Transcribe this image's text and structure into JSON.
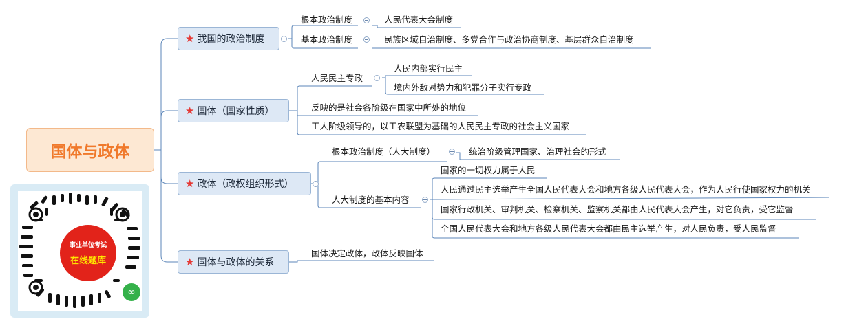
{
  "root": {
    "title": "国体与政体"
  },
  "colors": {
    "accent": "#f0792b",
    "star": "#e53935",
    "node_fill": "#dde8f5",
    "line": "#5b85b8"
  },
  "branches": [
    {
      "title": "我国的政治制度",
      "icon": "star-icon",
      "children": [
        {
          "label": "根本政治制度",
          "child": "人民代表大会制度"
        },
        {
          "label": "基本政治制度",
          "child": "民族区域自治制度、多党合作与政治协商制度、基层群众自治制度"
        }
      ]
    },
    {
      "title": "国体（国家性质）",
      "icon": "star-icon",
      "children": [
        {
          "label": "人民民主专政",
          "subs": [
            "人民内部实行民主",
            "境内外敌对势力和犯罪分子实行专政"
          ]
        },
        {
          "label": "反映的是社会各阶级在国家中所处的地位"
        },
        {
          "label": "工人阶级领导的，以工农联盟为基础的人民民主专政的社会主义国家"
        }
      ]
    },
    {
      "title": "政体（政权组织形式）",
      "icon": "star-icon",
      "children": [
        {
          "label": "根本政治制度（人大制度）",
          "child": "统治阶级管理国家、治理社会的形式"
        },
        {
          "label": "人大制度的基本内容",
          "subs": [
            "国家的一切权力属于人民",
            "人民通过民主选举产生全国人民代表大会和地方各级人民代表大会，作为人民行使国家权力的机关",
            "国家行政机关、审判机关、检察机关、监察机关都由人民代表大会产生，对它负责，受它监督",
            "全国人民代表大会和地方各级人民代表大会都由民主选举产生，对人民负责，受人民监督"
          ]
        }
      ]
    },
    {
      "title": "国体与政体的关系",
      "icon": "star-icon",
      "children": [
        {
          "label": "国体决定政体，政体反映国体"
        }
      ]
    }
  ],
  "qr": {
    "line1": "事业单位考试",
    "line2": "在线题库",
    "icon": "wechat-miniprogram-icon"
  }
}
